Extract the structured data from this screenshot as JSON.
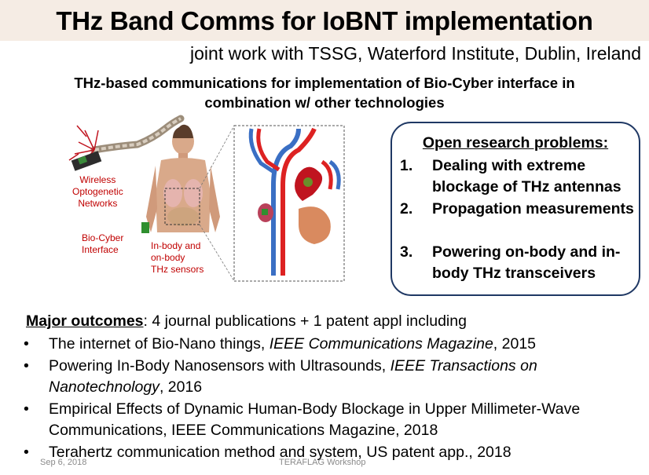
{
  "title": "THz Band Comms for IoBNT implementation",
  "subtitle": "joint work with TSSG, Waterford Institute, Dublin, Ireland",
  "lead": {
    "line1": "THz-based communications for implementation of Bio-Cyber interface in",
    "line2": "combination w/ other technologies"
  },
  "figure": {
    "label_wireless": [
      "Wireless",
      "Optogenetic",
      "Networks"
    ],
    "label_biocyber": [
      "Bio-Cyber",
      "Interface"
    ],
    "label_sensors": [
      "In-body and",
      "on-body",
      "THz sensors"
    ]
  },
  "problems": {
    "title": "Open research problems:",
    "items": [
      {
        "num": "1.",
        "text": "Dealing with extreme blockage of THz antennas"
      },
      {
        "num": "2.",
        "text": "Propagation measurements"
      },
      {
        "num": "3.",
        "text": "Powering on-body and in-body THz transceivers"
      }
    ]
  },
  "outcomes": {
    "heading": "Major outcomes",
    "summary": ": 4 journal publications + 1 patent appl including",
    "items": [
      {
        "text": "The internet of Bio-Nano things,  ",
        "venue": "IEEE Communications Magazine",
        "tail": ", 2015"
      },
      {
        "text": "Powering In-Body Nanosensors with Ultrasounds, ",
        "venue": "IEEE Transactions on Nanotechnology",
        "tail": ", 2016"
      },
      {
        "text": "Empirical Effects of Dynamic Human-Body Blockage in Upper Millimeter-Wave Communications, IEEE Communications Magazine, 2018",
        "venue": "",
        "tail": ""
      },
      {
        "text": "Terahertz communication method and system, US patent app., 2018",
        "venue": "",
        "tail": ""
      }
    ],
    "bullet_symbol": "•"
  },
  "footer": {
    "date": "Sep 6, 2018",
    "event": "TERAFLAG Workshop"
  }
}
